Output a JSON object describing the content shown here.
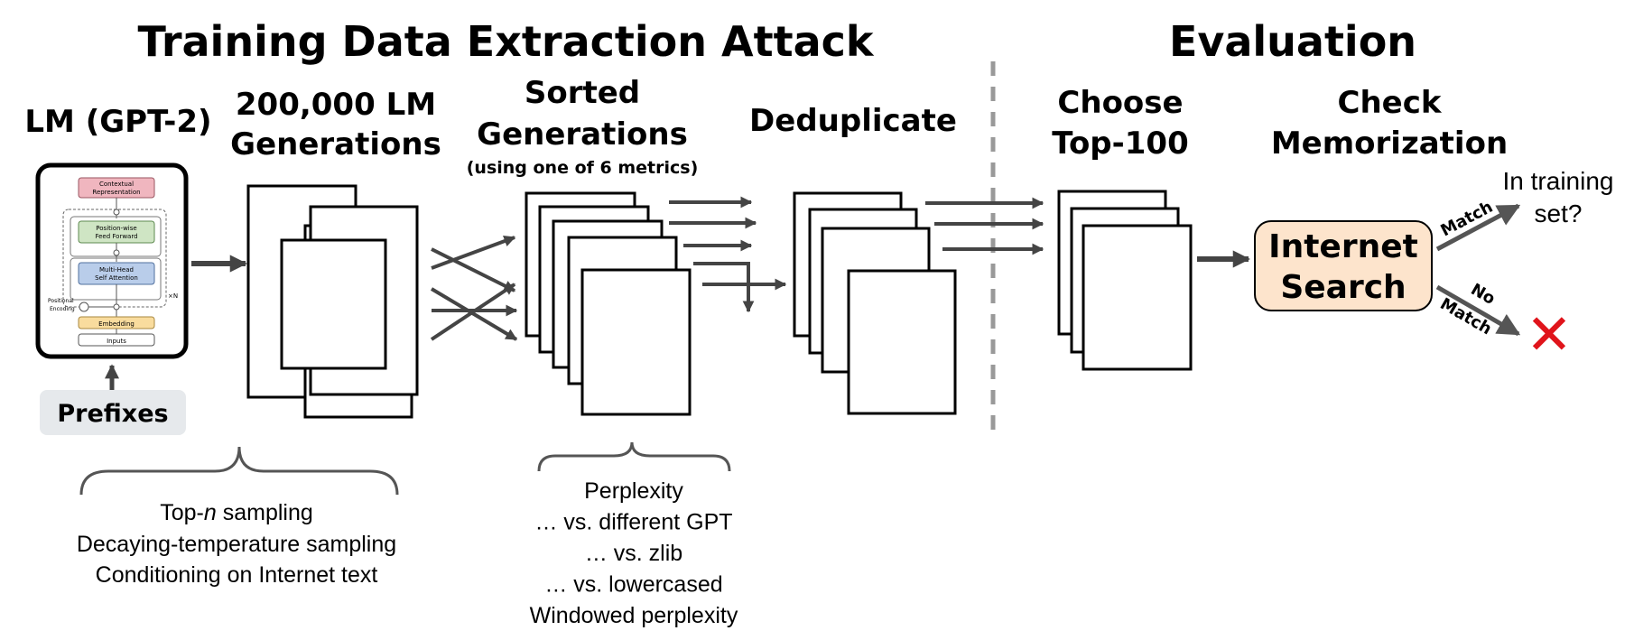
{
  "titles": {
    "left": "Training Data Extraction Attack",
    "right": "Evaluation"
  },
  "stages": {
    "lm": "LM (GPT-2)",
    "gen_line1": "200,000 LM",
    "gen_line2": "Generations",
    "sorted_line1": "Sorted",
    "sorted_line2": "Generations",
    "sorted_sub": "(using one of 6 metrics)",
    "dedup": "Deduplicate",
    "choose_line1": "Choose",
    "choose_line2": "Top-100",
    "check_line1": "Check",
    "check_line2": "Memorization"
  },
  "model": {
    "contextual": "Contextual",
    "representation": "Representation",
    "ff_line1": "Position-wise",
    "ff_line2": "Feed Forward",
    "attn_line1": "Multi-Head",
    "attn_line2": "Self Attention",
    "nx": "×N",
    "pos_line1": "Positional",
    "pos_line2": "Encoding",
    "embedding": "Embedding",
    "inputs": "Inputs"
  },
  "prefixes": "Prefixes",
  "search": {
    "line1": "Internet",
    "line2": "Search"
  },
  "outcomes": {
    "match": "Match",
    "no": "No",
    "no_match": "Match",
    "training_line1": "In training",
    "training_line2": "set?",
    "x_mark": "✕"
  },
  "sampling": {
    "prefix": "Top-",
    "n": "n",
    "suffix": " sampling",
    "line2": "Decaying-temperature sampling",
    "line3": "Conditioning on Internet text"
  },
  "metrics": [
    "Perplexity",
    "… vs. different GPT",
    "… vs. zlib",
    "… vs. lowercased",
    "Windowed perplexity"
  ],
  "colors": {
    "contextual": "#f0b6bf",
    "feedforward": "#cfe5c4",
    "attention": "#b9cdea",
    "embedding": "#f9dc9e",
    "search_fill": "#fde4cc",
    "prefix_fill": "#e6e9ec",
    "arrow": "#444444",
    "red_x": "#e0141b"
  }
}
